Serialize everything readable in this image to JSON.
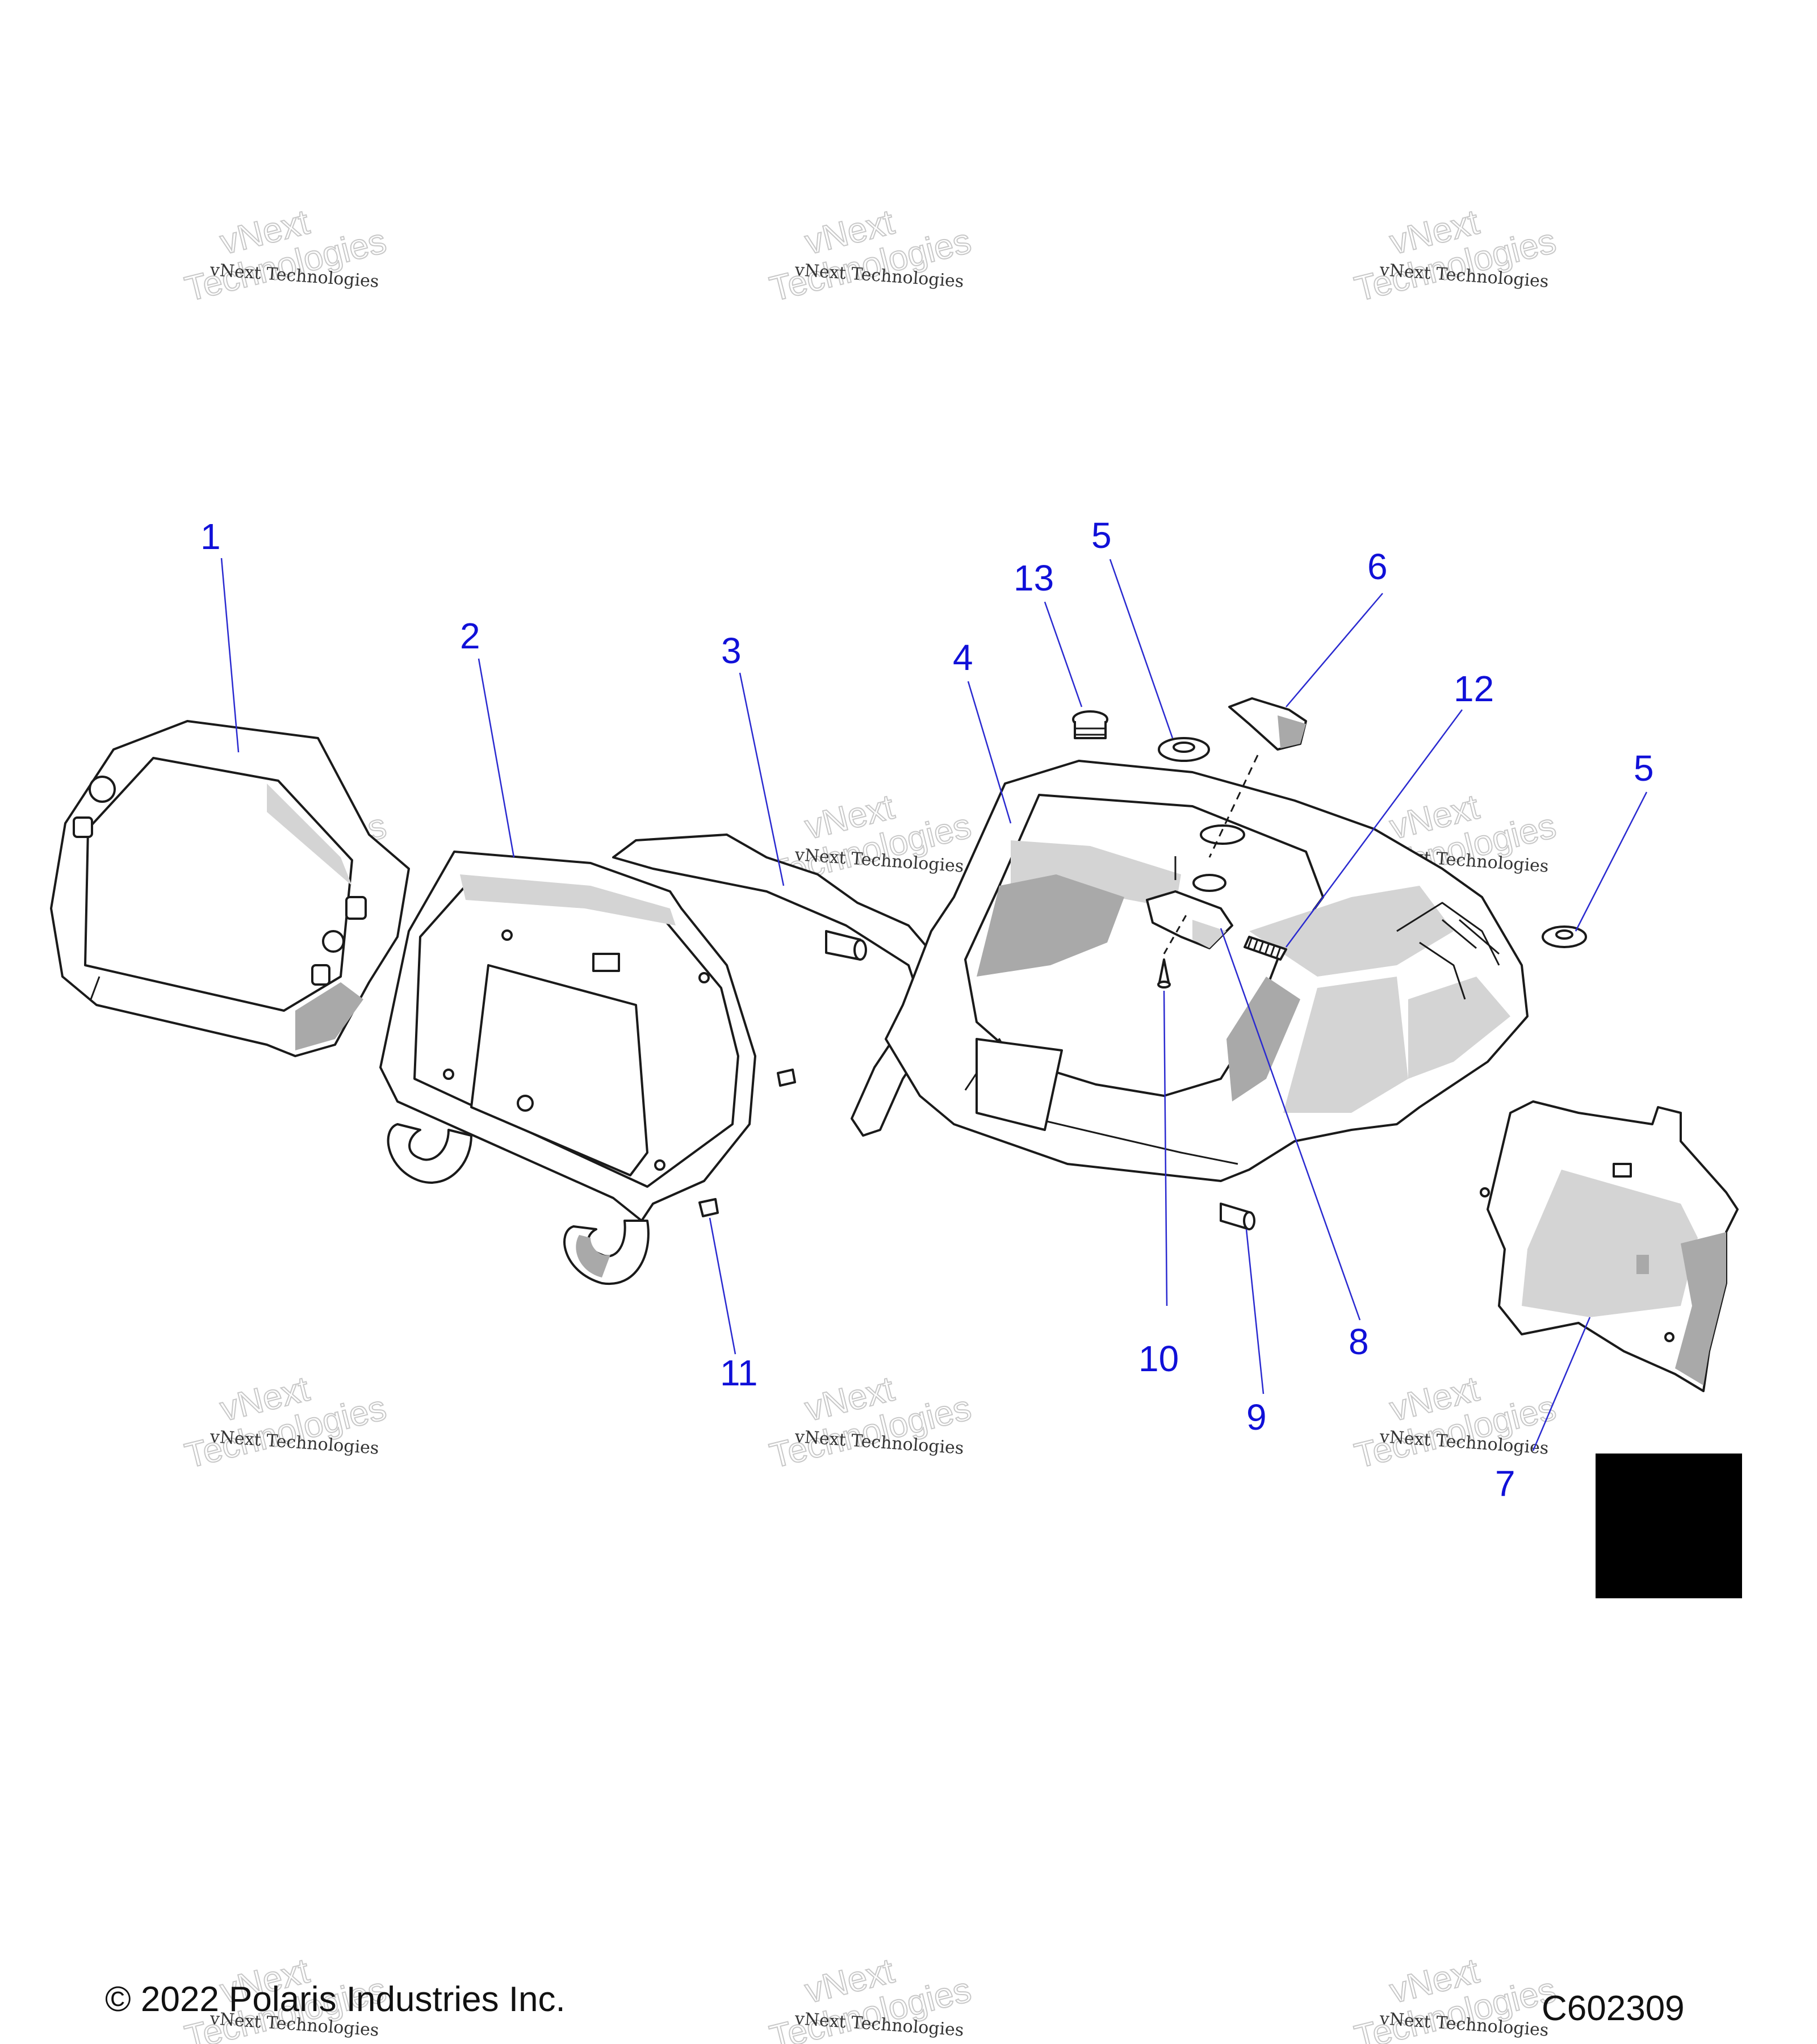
{
  "callouts": [
    {
      "id": "1",
      "label": "1"
    },
    {
      "id": "2",
      "label": "2"
    },
    {
      "id": "3",
      "label": "3"
    },
    {
      "id": "4",
      "label": "4"
    },
    {
      "id": "5a",
      "label": "5"
    },
    {
      "id": "5b",
      "label": "5"
    },
    {
      "id": "6",
      "label": "6"
    },
    {
      "id": "7",
      "label": "7"
    },
    {
      "id": "8",
      "label": "8"
    },
    {
      "id": "9",
      "label": "9"
    },
    {
      "id": "10",
      "label": "10"
    },
    {
      "id": "11",
      "label": "11"
    },
    {
      "id": "12",
      "label": "12"
    },
    {
      "id": "13",
      "label": "13"
    }
  ],
  "watermark": {
    "line1": "vNext",
    "line2": "Technologies",
    "small": "vNext Technologies"
  },
  "footer": {
    "copyright": "© 2022 Polaris Industries Inc.",
    "code": "C602309"
  }
}
